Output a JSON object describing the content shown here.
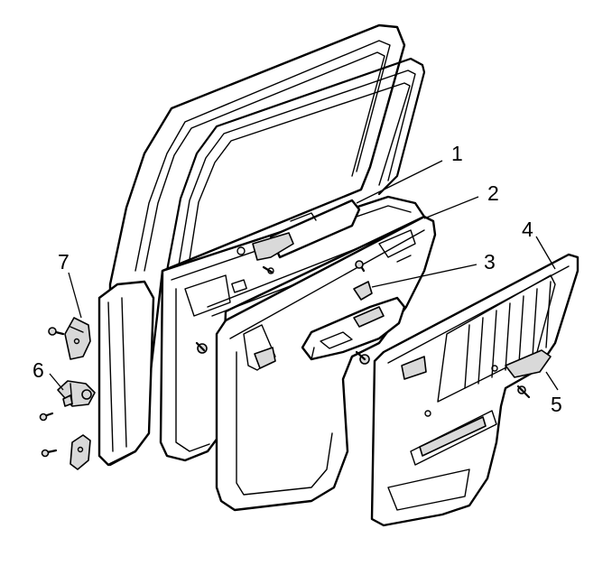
{
  "callouts": [
    {
      "id": "1",
      "label": "1",
      "part": "weathersheet"
    },
    {
      "id": "2",
      "label": "2",
      "part": "door-trim-panel"
    },
    {
      "id": "3",
      "label": "3",
      "part": "armrest-screw"
    },
    {
      "id": "4",
      "label": "4",
      "part": "door-trim-finish-panel"
    },
    {
      "id": "5",
      "label": "5",
      "part": "armrest-cover-screw"
    },
    {
      "id": "6",
      "label": "6",
      "part": "door-lower-hinge"
    },
    {
      "id": "7",
      "label": "7",
      "part": "door-upper-hinge"
    }
  ],
  "colors": {
    "line": "#000000",
    "background": "#ffffff",
    "shade": "#d9d9d9"
  }
}
